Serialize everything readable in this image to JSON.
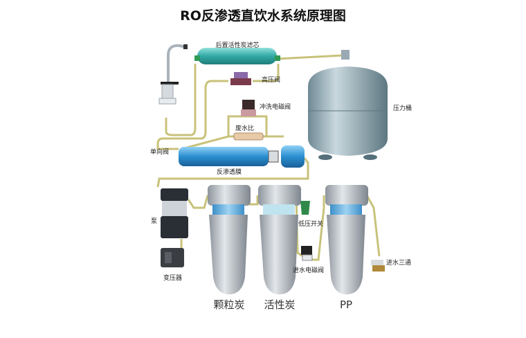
{
  "title": "RO反渗透直饮水系统原理图",
  "labels": {
    "post_carbon": "后置活性炭滤芯",
    "high_pressure_valve": "高压阀",
    "flush_valve": "冲洗电磁阀",
    "waste_ratio": "废水比",
    "pressure_tank": "压力桶",
    "check_valve": "单向阀",
    "ro_membrane": "反渗透膜",
    "pump": "泵",
    "transformer": "变压器",
    "low_pressure_switch": "低压开关",
    "inlet_solenoid": "进水电磁阀",
    "inlet_tee": "进水三通",
    "granular_carbon": "颗粒炭",
    "activated_carbon": "活性炭",
    "pp": "PP"
  },
  "colors": {
    "pipe": "#c8c27a",
    "fitting": "#2f9a55",
    "membrane": "#2b8fd0",
    "tank": "#8fa9b3",
    "post_filter": "#3fb3b0"
  }
}
